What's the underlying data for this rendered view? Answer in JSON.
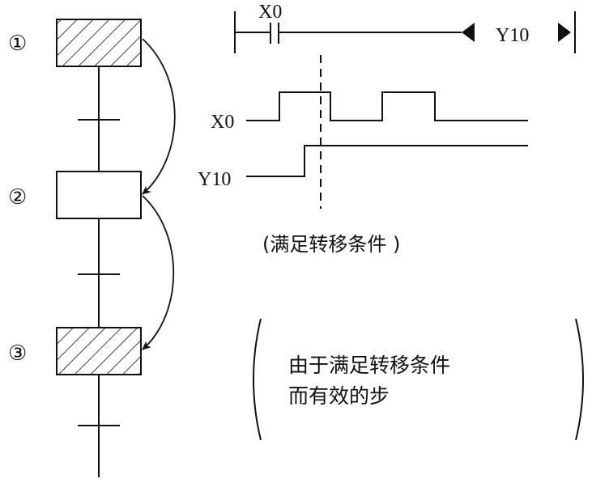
{
  "steps": [
    {
      "number": "①",
      "active": true
    },
    {
      "number": "②",
      "active": false
    },
    {
      "number": "③",
      "active": true
    }
  ],
  "ladder": {
    "contact_label": "X0",
    "coil_label": "Y10"
  },
  "timing": {
    "signal_x0_label": "X0",
    "signal_y10_label": "Y10",
    "caption": "(满足转移条件 )"
  },
  "note": {
    "line1": "由于满足转移条件",
    "line2": "而有效的步"
  },
  "colors": {
    "stroke": "#111111",
    "background": "#ffffff"
  }
}
